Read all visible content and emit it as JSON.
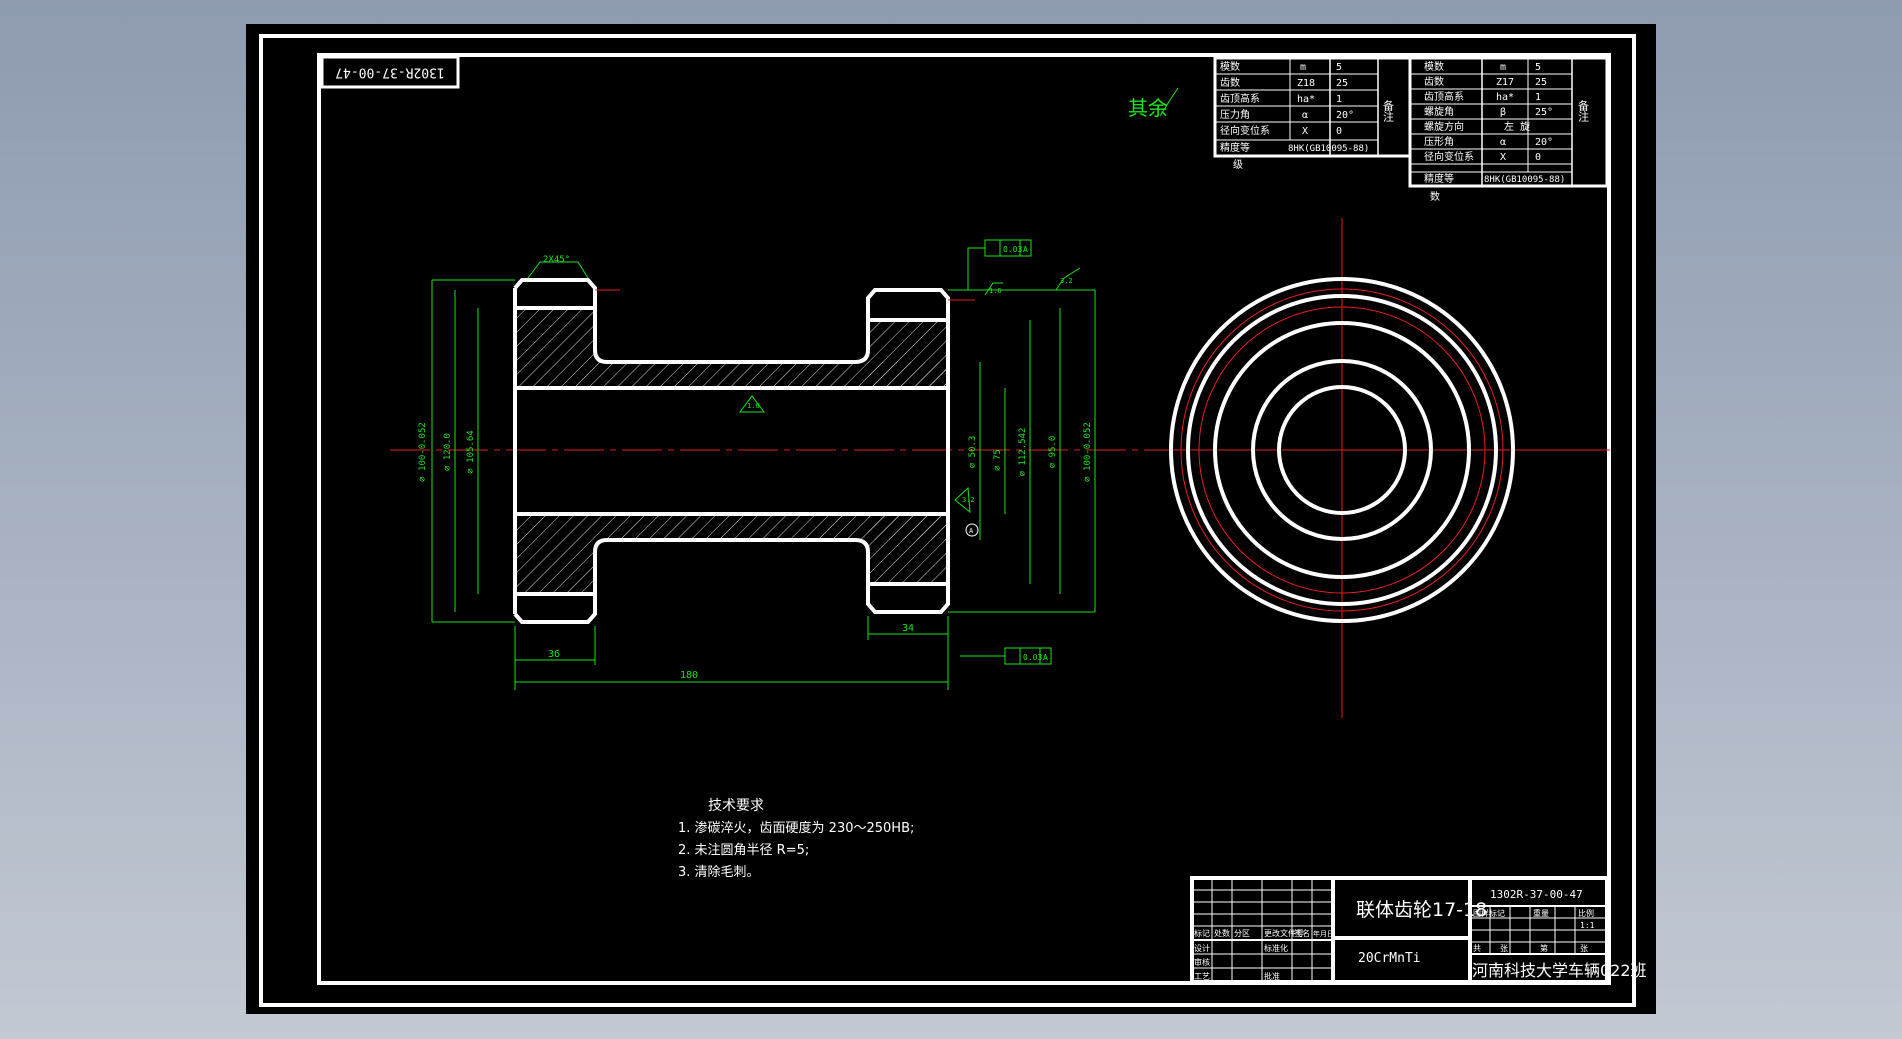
{
  "drawing_number": "1302R-37-00-47",
  "surface_note": "其余",
  "colors": {
    "background": "#000000",
    "outline": "#ffffff",
    "dimension": "#19e619",
    "centerline": "#e81e1e",
    "frame_bg": "#9aa5b6"
  },
  "gear_table_1": {
    "rows": [
      {
        "label": "模数",
        "symbol": "m",
        "value": "5"
      },
      {
        "label": "齿数",
        "symbol": "Z18",
        "value": "25"
      },
      {
        "label": "齿顶高系",
        "symbol": "ha*",
        "value": "1"
      },
      {
        "label": "压力角",
        "symbol": "α",
        "value": "20°"
      },
      {
        "label": "径向变位系",
        "symbol": "X",
        "value": "0"
      },
      {
        "label": "精度等",
        "symbol": "",
        "value": "8HK(GB10095-88)"
      }
    ],
    "remark": "备注",
    "overflow": "级"
  },
  "gear_table_2": {
    "rows": [
      {
        "label": "模数",
        "symbol": "m",
        "value": "5"
      },
      {
        "label": "齿数",
        "symbol": "Z17",
        "value": "25"
      },
      {
        "label": "齿顶高系",
        "symbol": "ha*",
        "value": "1"
      },
      {
        "label": "螺旋角",
        "symbol": "β",
        "value": "25°"
      },
      {
        "label": "螺旋方向",
        "symbol": "",
        "value": "左 旋"
      },
      {
        "label": "压形角",
        "symbol": "α",
        "value": "20°"
      },
      {
        "label": "径向变位系",
        "symbol": "X",
        "value": "0"
      },
      {
        "label": "精度等",
        "symbol": "",
        "value": "8HK(GB10095-88)"
      }
    ],
    "remark": "备注",
    "overflow": "数"
  },
  "dimensions": {
    "total_length": "180",
    "left_hub": "36",
    "right_hub": "34",
    "dia_left_outer": "⌀ 100-0.052",
    "dia_left_2": "⌀ 120.0",
    "dia_left_3": "⌀ 105.64",
    "dia_right_1": "⌀ 50.3",
    "dia_right_2": "⌀ 75",
    "dia_right_3": "⌀ 112.542",
    "dia_right_4": "⌀ 95.0",
    "dia_right_5": "⌀ 100-0.052",
    "tol_top": "0.03",
    "tol_bottom": "0.03",
    "datum": "A",
    "chamfer": "2X45°",
    "roughness_1": "1.6",
    "roughness_2": "3.2"
  },
  "tech_requirements": {
    "title": "技术要求",
    "items": [
      "1. 渗碳淬火，齿面硬度为 230～250HB;",
      "2. 未注圆角半径 R=5;",
      "3. 清除毛刺。"
    ]
  },
  "title_block": {
    "part_name": "联体齿轮17-18",
    "drawing_no": "1302R-37-00-47",
    "material": "20CrMnTi",
    "school": "河南科技大学车辆022班",
    "scale": "1:1",
    "labels": [
      "标记",
      "处数",
      "分区",
      "更改文件号",
      "签名",
      "年月日",
      "设计",
      "标准化",
      "审核",
      "工艺",
      "批准",
      "图样标记",
      "重量",
      "比例",
      "共",
      "张",
      "第",
      "张"
    ]
  }
}
